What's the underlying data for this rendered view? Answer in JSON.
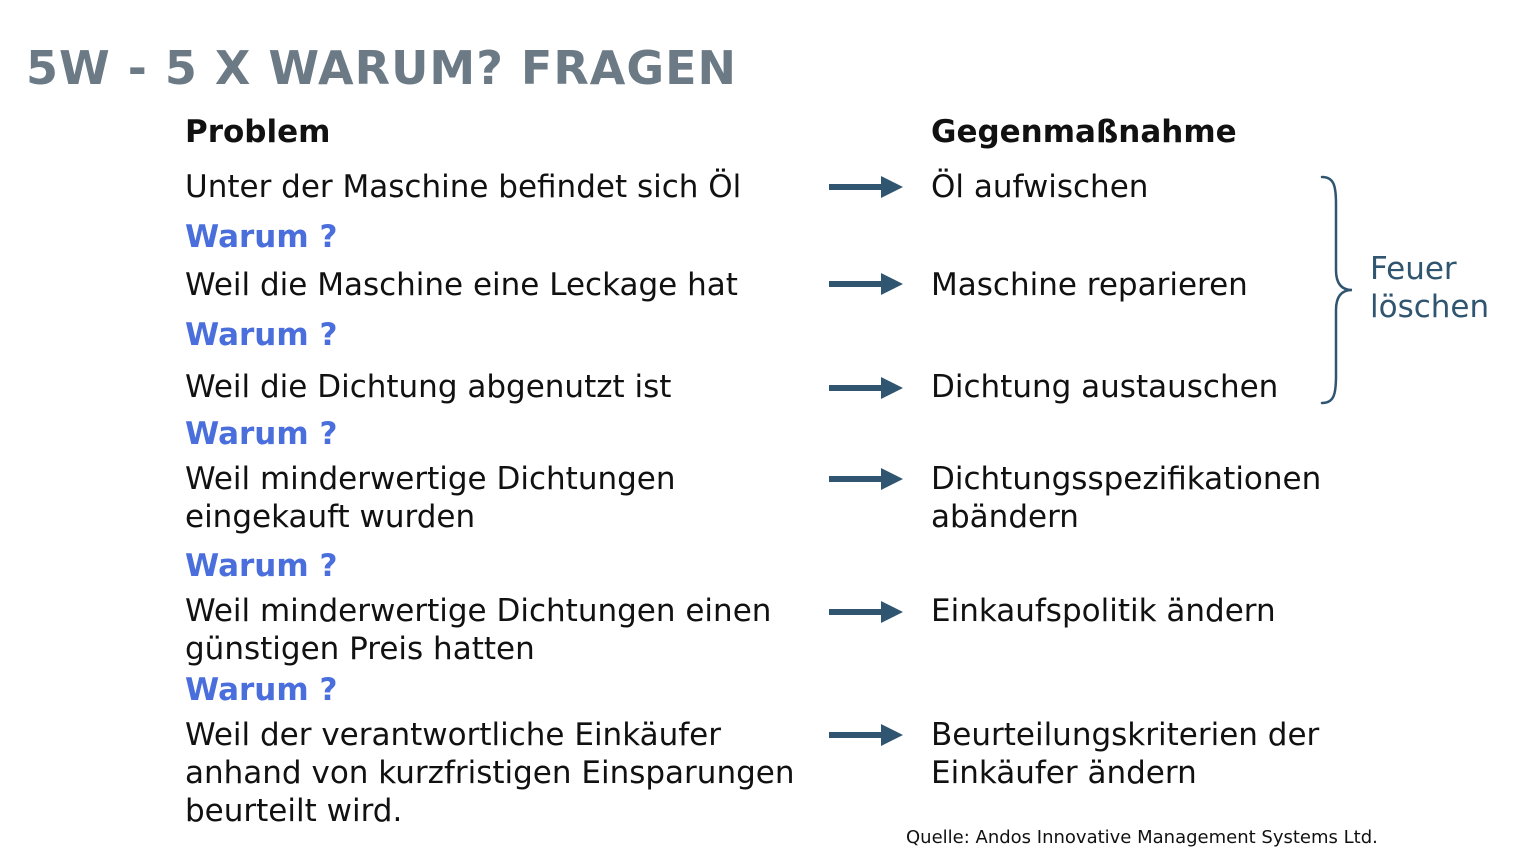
{
  "title": "5W - 5 X WARUM? FRAGEN",
  "headers": {
    "problem": "Problem",
    "measure": "Gegenmaßnahme"
  },
  "warum_label": "Warum ?",
  "rows": [
    {
      "problem": "Unter der Maschine befindet sich Öl",
      "measure": "Öl aufwischen"
    },
    {
      "problem": "Weil die Maschine eine Leckage hat",
      "measure": "Maschine reparieren"
    },
    {
      "problem": "Weil die Dichtung abgenutzt ist",
      "measure": "Dichtung austauschen"
    },
    {
      "problem": "Weil minderwertige Dichtungen\neingekauft wurden",
      "measure": "Dichtungsspezifikationen\nabändern"
    },
    {
      "problem": "Weil minderwertige Dichtungen einen\ngünstigen Preis hatten",
      "measure": "Einkaufspolitik ändern"
    },
    {
      "problem": "Weil der verantwortliche Einkäufer\nanhand von kurzfristigen Einsparungen\nbeurteilt wird.",
      "measure": "Beurteilungskriterien der\nEinkäufer ändern"
    }
  ],
  "brace_label": "Feuer\nlöschen",
  "source": "Quelle: Andos Innovative Management Systems Ltd.",
  "colors": {
    "title": "#6b7a85",
    "warum": "#4a6fdc",
    "arrow": "#2f5570",
    "brace": "#2f5570",
    "brace_label": "#2f5570"
  }
}
